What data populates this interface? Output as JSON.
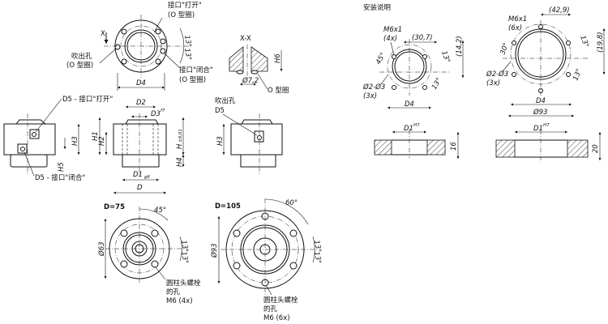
{
  "top_view": {
    "section_mark": "X",
    "port_open": "接口\"打开\"",
    "port_open_sub": "(O 型圈)",
    "blow_hole": "吹出孔",
    "blow_hole_sub": "(O 型圈)",
    "port_closed": "接口\"闭合\"",
    "port_closed_sub": "(O 型圈)",
    "angle_a": "13°",
    "angle_b": "13°",
    "dim_d4": "D4"
  },
  "section_xx": {
    "title": "X-X",
    "dim_h6": "H6",
    "dim_dia": "Ø7,2",
    "oring": "O 型圈"
  },
  "side_left": {
    "port_open": "D5 - 接口\"打开\"",
    "port_closed": "D5 - 接口\"闭合\"",
    "dim_h3": "H3",
    "dim_h5": "H5"
  },
  "side_middle": {
    "dim_d2": "D2",
    "dim_d3": "D3",
    "dim_d3_tol": "f7",
    "dim_h1": "H1",
    "dim_h2": "H2",
    "dim_h": "H",
    "dim_h_tol": "±0,01",
    "dim_h4": "H4",
    "dim_d1": "D1",
    "dim_d1_tol": "g6",
    "dim_d": "D"
  },
  "side_right": {
    "blow_hole": "吹出孔",
    "blow_d5": "D5",
    "dim_h3": "H3"
  },
  "bottom_75": {
    "title": "D=75",
    "dim_dia": "Ø63",
    "angle_main": "45°",
    "angle_a": "13°",
    "angle_b": "13°",
    "note_1": "圆柱头螺栓",
    "note_2": "的孔",
    "note_3": "M6 (4x)"
  },
  "bottom_105": {
    "title": "D=105",
    "dim_dia": "Ø93",
    "angle_main": "60°",
    "angle_a": "13°",
    "angle_b": "13°",
    "note_1": "圆柱头螺栓",
    "note_2": "的孔",
    "note_3": "M6 (6x)"
  },
  "install": {
    "title": "安装说明",
    "small": {
      "thread": "M6x1",
      "thread_count": "(4x)",
      "dim_x": "(30,7)",
      "dim_y": "(14,2)",
      "angle_main": "45°",
      "angle_a": "13°",
      "angle_b": "13°",
      "pin": "Ø2-Ø3",
      "pin_count": "(3x)",
      "dim_d4": "D4",
      "dim_d1": "D1",
      "dim_d1_tol": "H7",
      "depth": "16"
    },
    "large": {
      "thread": "M6x1",
      "thread_count": "(6x)",
      "dim_x": "(42,9)",
      "dim_y": "(19,8)",
      "angle_main": "30°",
      "angle_a": "13°",
      "angle_b": "13°",
      "pin": "Ø2-Ø3",
      "pin_count": "(3x)",
      "dim_d4": "D4",
      "dim_dia": "Ø93",
      "dim_d1": "D1",
      "dim_d1_tol": "H7",
      "depth": "20"
    }
  }
}
